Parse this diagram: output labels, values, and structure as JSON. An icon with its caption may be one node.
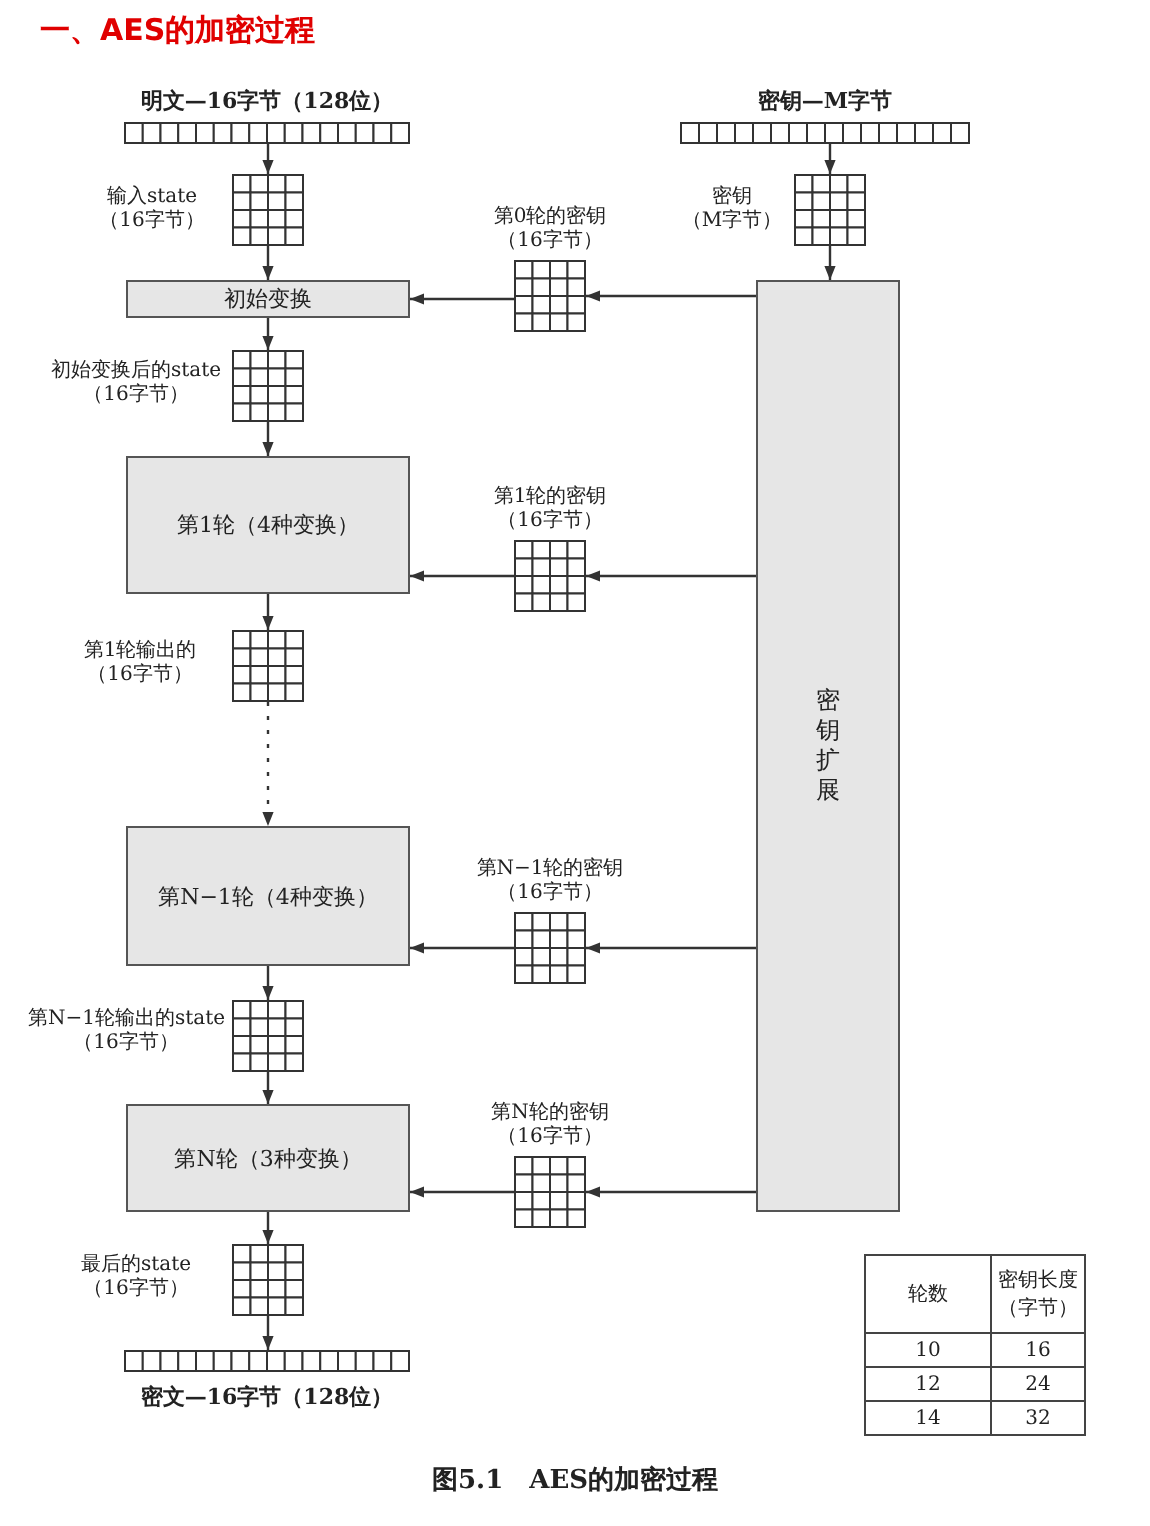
{
  "diagram": {
    "title": "一、AES的加密过程",
    "caption": "图5.1　AES的加密过程",
    "nodes": [
      {
        "text": [
          "明文—16字节（128位）"
        ]
      },
      {
        "text": [],
        "shape": "grid",
        "beside": [
          "输入state（16字节）"
        ]
      },
      {
        "text": [
          "密钥—M字节"
        ]
      },
      {
        "text": [],
        "shape": "grid",
        "beside": [
          "密钥（M字节）"
        ]
      },
      {
        "text": [
          "初始变换"
        ]
      },
      {
        "text": [],
        "shape": "grid",
        "beside": [
          "第0轮的密钥（16字节）"
        ]
      },
      {
        "text": [
          "密钥扩展"
        ]
      },
      {
        "text": [],
        "shape": "grid",
        "beside": [
          "初始变换后的state（16字节）"
        ]
      },
      {
        "text": [
          "第1轮（4种变换）"
        ]
      },
      {
        "text": [],
        "shape": "grid",
        "beside": [
          "第1轮的密钥（16字节）"
        ]
      },
      {
        "text": [],
        "shape": "grid",
        "beside": [
          "第1轮输出的（16字节）"
        ]
      },
      {
        "text": [
          "第N−1轮（4种变换）"
        ]
      },
      {
        "text": [],
        "shape": "grid",
        "beside": [
          "第N−1轮的密钥（16字节）"
        ]
      },
      {
        "text": [],
        "shape": "grid",
        "beside": [
          "第N−1轮输出的state（16字节）"
        ]
      },
      {
        "text": [
          "第N轮（3种变换）"
        ]
      },
      {
        "text": [],
        "shape": "grid",
        "beside": [
          "第N轮的密钥（16字节）"
        ]
      },
      {
        "text": [],
        "shape": "grid",
        "beside": [
          "最后的state（16字节）"
        ]
      },
      {
        "text": [
          "密文—16字节（128位）"
        ]
      }
    ],
    "edges": [
      {
        "from": 0,
        "to": 1,
        "arrow": "to"
      },
      {
        "from": 1,
        "to": 4,
        "arrow": "to"
      },
      {
        "from": 2,
        "to": 3,
        "arrow": "to"
      },
      {
        "from": 3,
        "to": 6,
        "arrow": "to"
      },
      {
        "from": 6,
        "to": 5,
        "arrow": "to"
      },
      {
        "from": 5,
        "to": 4,
        "arrow": "to"
      },
      {
        "from": 4,
        "to": 7,
        "arrow": "to"
      },
      {
        "from": 7,
        "to": 8,
        "arrow": "to"
      },
      {
        "from": 6,
        "to": 9,
        "arrow": "to"
      },
      {
        "from": 9,
        "to": 8,
        "arrow": "to"
      },
      {
        "from": 8,
        "to": 10,
        "arrow": "to"
      },
      {
        "from": 10,
        "to": 11,
        "arrow": "to",
        "style": "dashed"
      },
      {
        "from": 6,
        "to": 12,
        "arrow": "to"
      },
      {
        "from": 12,
        "to": 11,
        "arrow": "to"
      },
      {
        "from": 11,
        "to": 13,
        "arrow": "to"
      },
      {
        "from": 13,
        "to": 14,
        "arrow": "to"
      },
      {
        "from": 6,
        "to": 15,
        "arrow": "to"
      },
      {
        "from": 15,
        "to": 14,
        "arrow": "to"
      },
      {
        "from": 14,
        "to": 16,
        "arrow": "to"
      },
      {
        "from": 16,
        "to": 17,
        "arrow": "to"
      }
    ],
    "labels": [
      "轮数",
      "密钥长度（字节）",
      "10",
      "16",
      "12",
      "24",
      "14",
      "32"
    ]
  }
}
